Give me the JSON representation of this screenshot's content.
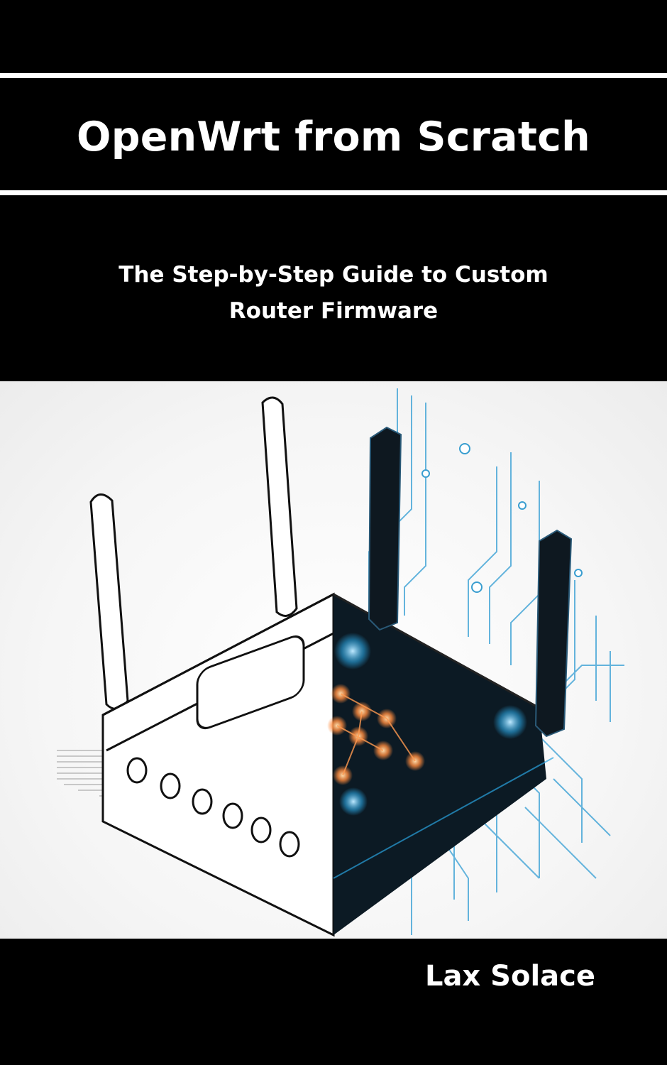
{
  "book": {
    "title": "OpenWrt from Scratch",
    "subtitle_line1": "The Step-by-Step Guide to Custom",
    "subtitle_line2": "Router Firmware",
    "author": "Lax Solace"
  },
  "illustration": {
    "subject": "router-icon"
  },
  "colors": {
    "background": "#000000",
    "text": "#ffffff",
    "circuit_blue": "#2aa4e0",
    "led_orange": "#ff8a3c"
  }
}
